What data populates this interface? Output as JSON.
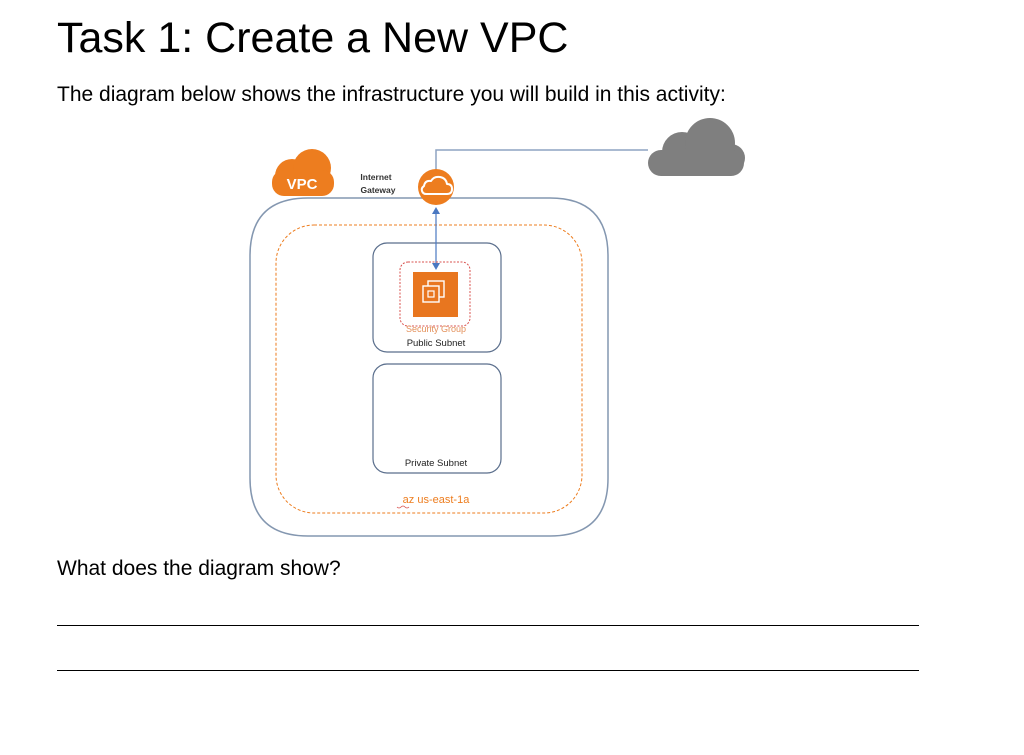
{
  "page": {
    "title": "Task 1: Create a New VPC",
    "intro": "The diagram below shows the infrastructure you will build in this activity:",
    "question": "What does the diagram show?"
  },
  "diagram": {
    "vpc_label": "VPC",
    "gateway_label_line1": "Internet",
    "gateway_label_line2": "Gateway",
    "security_group_label": "Security Group",
    "public_subnet_label": "Public Subnet",
    "private_subnet_label": "Private Subnet",
    "az_label": "az us-east-1a",
    "colors": {
      "aws_orange": "#ED7D1F",
      "vpc_border": "#8497B0",
      "subnet_border": "#5A6E8C",
      "connector": "#4A78C2",
      "cloud_gray": "#7F7F7F",
      "security_group_border": "#D9534F"
    }
  }
}
